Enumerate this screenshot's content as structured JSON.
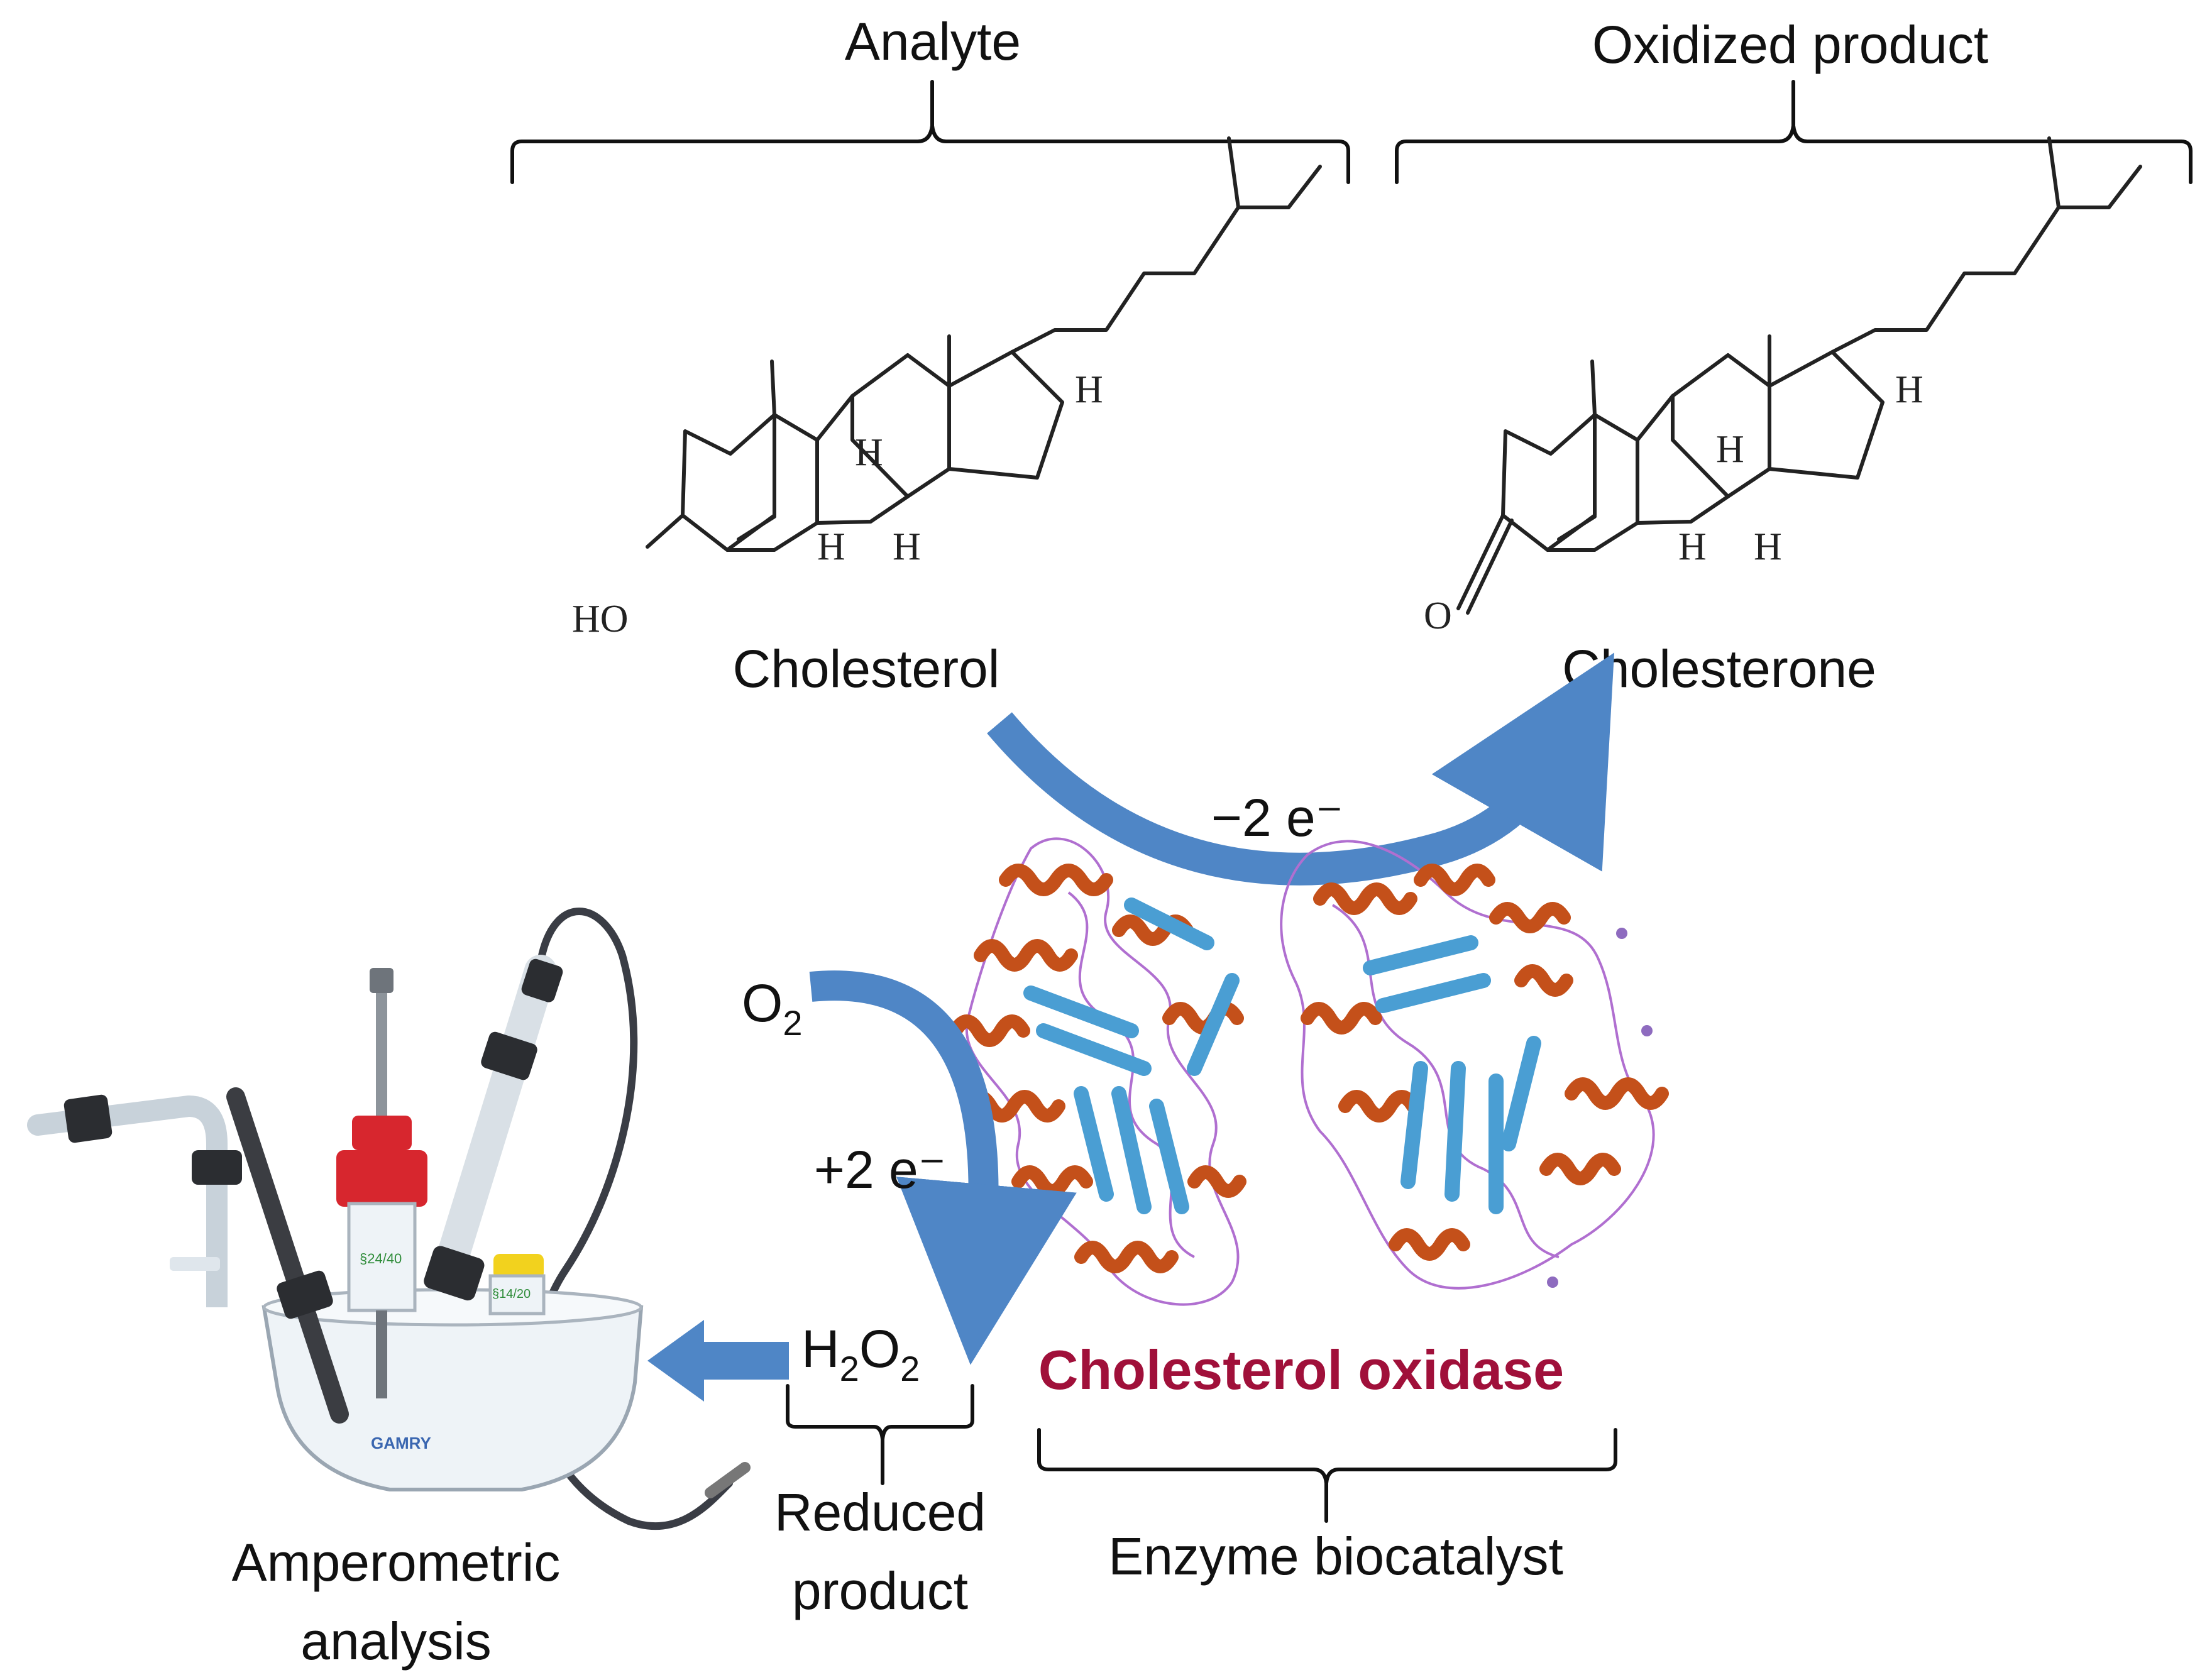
{
  "labels": {
    "analyte": "Analyte",
    "oxidized_product": "Oxidized product",
    "cholesterol": "Cholesterol",
    "cholesterone": "Cholesterone",
    "minus_two_electrons": "−2 e⁻",
    "plus_two_electrons": "+2 e⁻",
    "oxygen": "O",
    "oxygen_sub": "2",
    "h2o2_h": "H",
    "h2o2_sub1": "2",
    "h2o2_o": "O",
    "h2o2_sub2": "2",
    "enzyme_name": "Cholesterol oxidase",
    "reduced_product_line1": "Reduced",
    "reduced_product_line2": "product",
    "enzyme_biocatalyst": "Enzyme biocatalyst",
    "amperometric_line1": "Amperometric",
    "amperometric_line2": "analysis"
  },
  "molecule_atoms": {
    "hydroxyl": "HO",
    "ketone_oxygen": "O",
    "hydrogen": "H"
  },
  "cell_markings": {
    "joint_center": "§24/40",
    "joint_side": "§14/20",
    "brand": "GAMRY"
  },
  "colors": {
    "arrow_blue": "#4f86c6",
    "enzyme_name_red": "#a0103a",
    "helix_orange": "#c4501a",
    "strand_blue": "#4a9ed3",
    "coil_purple": "#b06fd0",
    "cap_red": "#d7262e",
    "cap_yellow": "#f2d21e"
  },
  "icons": [
    "curved-arrow-icon",
    "bracket-icon",
    "protein-ribbon-icon",
    "electrochemical-cell-icon"
  ]
}
